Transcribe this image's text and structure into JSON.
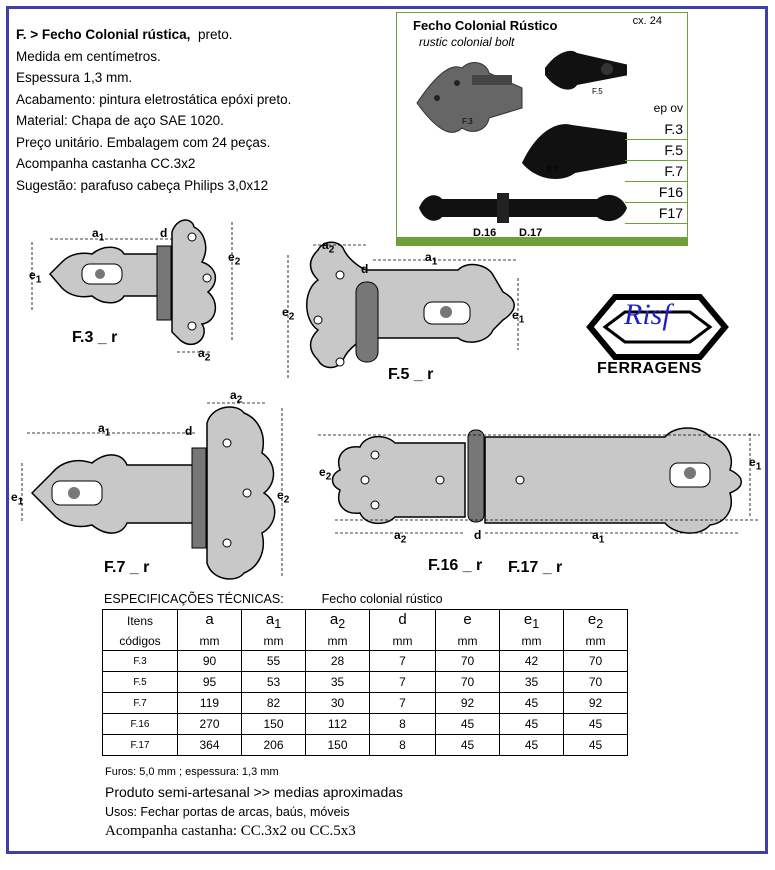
{
  "header": {
    "code_prefix": "F. >",
    "title": "Fecho Colonial rústica,",
    "color": "preto."
  },
  "spec_lines": [
    "Medida em centímetros.",
    "Espessura 1,3  mm.",
    "Acabamento: pintura eletrostática epóxi preto.",
    "Material: Chapa de aço SAE 1020.",
    "Preço unitário. Embalagem com 24 peças.",
    "Acompanha castanha CC.3x2",
    "Sugestão: parafuso cabeça Philips 3,0x12"
  ],
  "photo_panel": {
    "title": "Fecho Colonial Rústico",
    "subtitle": "rustic colonial bolt",
    "box_qty": "cx. 24",
    "col_header": "ep  ov",
    "codes": [
      "F.3",
      "F.5",
      "F.7",
      "F16",
      "F17"
    ],
    "photo_labels": {
      "f3": "F.3",
      "f5": "F.5",
      "f7": "F.7",
      "d16": "D.16",
      "d17": "D.17"
    }
  },
  "diagrams": {
    "f3": {
      "label": "F.3 _ r",
      "a1": "a",
      "a1sub": "1",
      "d": "d",
      "e1": "e",
      "e1sub": "1",
      "e2": "e",
      "e2sub": "2",
      "a2": "a",
      "a2sub": "2"
    },
    "f5": {
      "label": "F.5 _ r",
      "a1": "a",
      "a1sub": "1",
      "a2": "a",
      "a2sub": "2",
      "d": "d",
      "e1": "e",
      "e1sub": "1",
      "e2": "e",
      "e2sub": "2"
    },
    "f7": {
      "label": "F.7 _ r",
      "a1": "a",
      "a1sub": "1",
      "a2": "a",
      "a2sub": "2",
      "d": "d",
      "e1": "e",
      "e1sub": "1",
      "e2": "e",
      "e2sub": "2"
    },
    "f16": {
      "label1": "F.16 _ r",
      "label2": "F.17 _ r",
      "a1": "a",
      "a1sub": "1",
      "a2": "a",
      "a2sub": "2",
      "d": "d",
      "e1": "e",
      "e1sub": "1",
      "e2": "e",
      "e2sub": "2"
    }
  },
  "logo": {
    "brand": "Risf",
    "name": "FERRAGENS"
  },
  "table": {
    "caption": "ESPECIFICAÇÕES TÉCNICAS:",
    "caption_product": "Fecho colonial rústico",
    "header_items": "Itens",
    "header_codes": "códigos",
    "columns": [
      {
        "sym": "a",
        "sub": ""
      },
      {
        "sym": "a",
        "sub": "1"
      },
      {
        "sym": "a",
        "sub": "2"
      },
      {
        "sym": "d",
        "sub": ""
      },
      {
        "sym": "e",
        "sub": ""
      },
      {
        "sym": "e",
        "sub": "1"
      },
      {
        "sym": "e",
        "sub": "2"
      }
    ],
    "unit": "mm",
    "rows": [
      {
        "code": "F.3",
        "values": [
          "90",
          "55",
          "28",
          "7",
          "70",
          "42",
          "70"
        ]
      },
      {
        "code": "F.5",
        "values": [
          "95",
          "53",
          "35",
          "7",
          "70",
          "35",
          "70"
        ]
      },
      {
        "code": "F.7",
        "values": [
          "119",
          "82",
          "30",
          "7",
          "92",
          "45",
          "92"
        ]
      },
      {
        "code": "F.16",
        "values": [
          "270",
          "150",
          "112",
          "8",
          "45",
          "45",
          "45"
        ]
      },
      {
        "code": "F.17",
        "values": [
          "364",
          "206",
          "150",
          "8",
          "45",
          "45",
          "45"
        ]
      }
    ]
  },
  "notes": {
    "holes": "Furos: 5,0 mm  ;  espessura: 1,3 mm",
    "semi": "Produto semi-artesanal >> medias aproximadas",
    "usos": "Usos: Fechar portas de arcas, baús, móveis",
    "castanha": "Acompanha castanha: CC.3x2 ou CC.5x3"
  },
  "colors": {
    "frame": "#3f3fa8",
    "panel_green": "#6ea03a",
    "metal": "#c8c8c8",
    "logo_blue": "#2020c0"
  }
}
